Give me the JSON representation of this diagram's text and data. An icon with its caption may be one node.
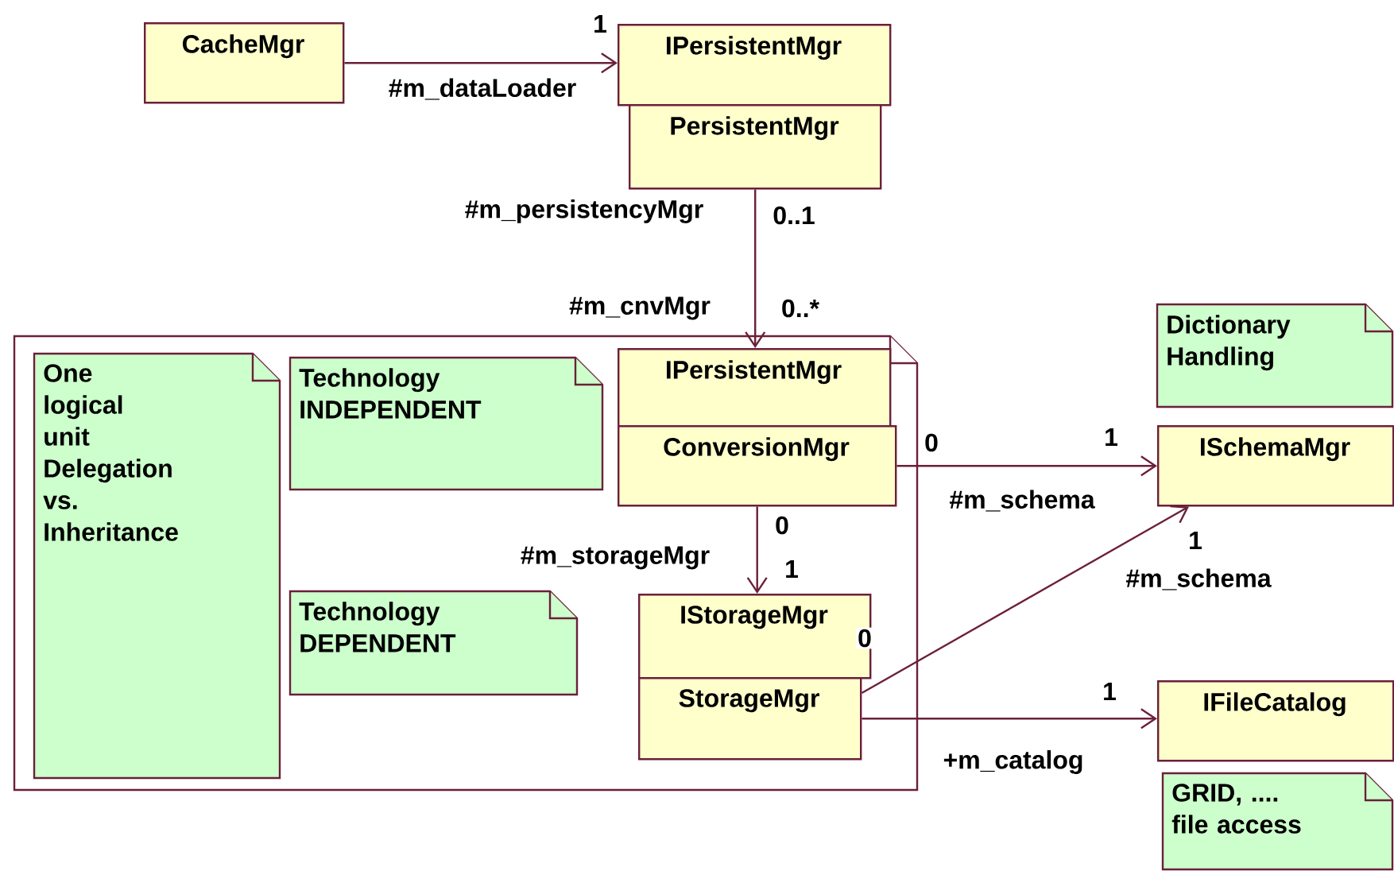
{
  "diagram": {
    "nodes": [
      {
        "text": [
          "CacheMgr"
        ]
      },
      {
        "text": [
          "IPersistentMgr"
        ]
      },
      {
        "text": [
          "PersistentMgr"
        ]
      },
      {
        "text": [],
        "shape": "box"
      },
      {
        "text": [
          "One logical unit Delegation vs. Inheritance"
        ],
        "in": 3
      },
      {
        "text": [
          "Technology INDEPENDENT"
        ],
        "in": 3
      },
      {
        "text": [
          "IPersistentMgr"
        ],
        "in": 3
      },
      {
        "text": [
          "ConversionMgr"
        ],
        "in": 3
      },
      {
        "text": [
          "Technology DEPENDENT"
        ],
        "in": 3
      },
      {
        "text": [
          "IStorageMgr"
        ],
        "in": 3
      },
      {
        "text": [
          "StorageMgr"
        ],
        "in": 3
      },
      {
        "text": [
          "Dictionary Handling"
        ]
      },
      {
        "text": [
          "ISchemaMgr"
        ]
      },
      {
        "text": [
          "IFileCatalog"
        ]
      },
      {
        "text": [
          "GRID, .... file access"
        ]
      }
    ],
    "edges": [
      {
        "from": 0,
        "to": 1,
        "arrow": "to",
        "label": "#m_dataLoader"
      },
      {
        "from": 2,
        "to": 6,
        "arrow": "to",
        "label": "#m_cnvMgr"
      },
      {
        "from": 7,
        "to": 12,
        "arrow": "to",
        "label": "#m_schema"
      },
      {
        "from": 7,
        "to": 9,
        "arrow": "to",
        "label": "#m_storageMgr"
      },
      {
        "from": 10,
        "to": 12,
        "arrow": "to",
        "label": "#m_schema"
      },
      {
        "from": 10,
        "to": 13,
        "arrow": "to",
        "label": "+m_catalog"
      }
    ],
    "labels": [
      "1",
      "#m_persistencyMgr",
      "0..1",
      "0..*",
      "0",
      "1",
      "0",
      "1",
      "1",
      "0",
      "1"
    ]
  }
}
